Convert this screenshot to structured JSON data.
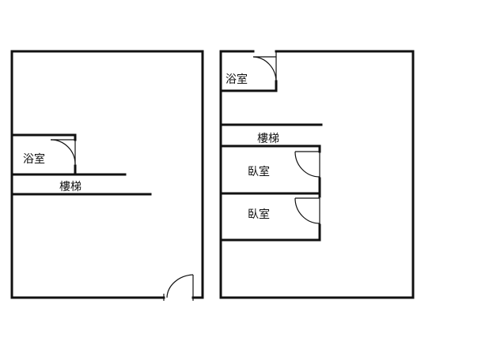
{
  "plan": {
    "colors": {
      "wall": "#111111",
      "background": "#ffffff"
    },
    "left_unit": {
      "bathroom_label": "浴室",
      "stairs_label": "樓梯"
    },
    "right_unit": {
      "bathroom_label": "浴室",
      "stairs_label": "樓梯",
      "bedroom_1_label": "臥室",
      "bedroom_2_label": "臥室"
    }
  }
}
